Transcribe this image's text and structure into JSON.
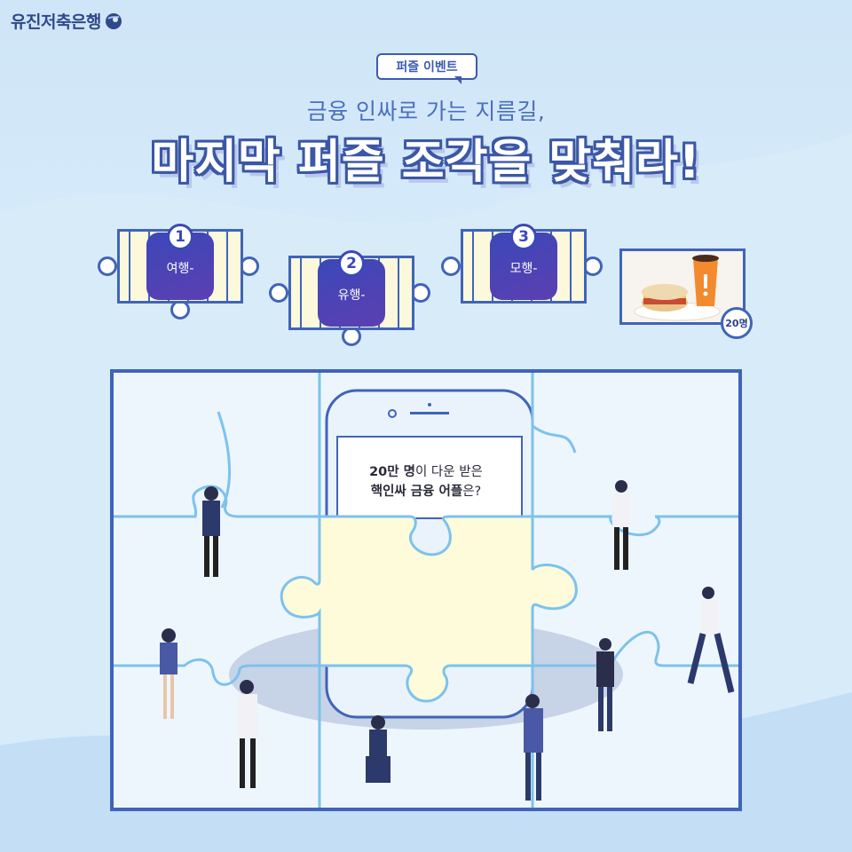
{
  "logo": {
    "name": "유진저축은행",
    "icon": "globe-icon"
  },
  "event": {
    "badge": "퍼즐 이벤트"
  },
  "headline": {
    "subtitle": "금융 인싸로 가는 지름길,",
    "title": "마지막 퍼즐 조각을 맞춰라!"
  },
  "clues": [
    {
      "number": "1",
      "label": "여행-"
    },
    {
      "number": "2",
      "label": "유행-"
    },
    {
      "number": "3",
      "label": "모행-"
    }
  ],
  "prize": {
    "count": "20명",
    "icon": "coffee-sandwich-icon"
  },
  "question": {
    "line1_bold": "20만 명",
    "line1_rest": "이 다운 받은",
    "line2_bold": "핵인싸 금융 어플",
    "line2_rest": "은?"
  },
  "colors": {
    "primary": "#3f64b9",
    "tile": "#4a45b6",
    "puzzle": "#fdfbd9",
    "line": "#7cc2ee"
  }
}
